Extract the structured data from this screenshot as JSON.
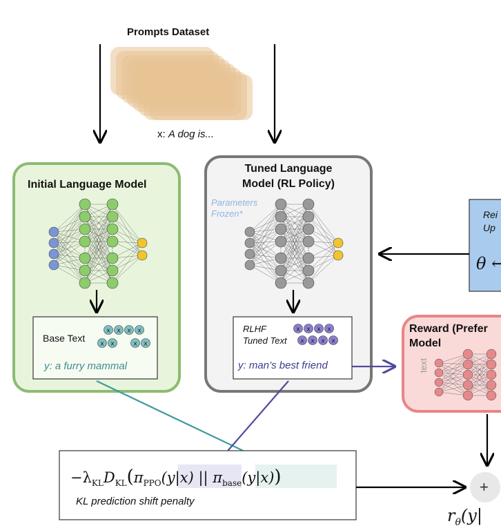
{
  "dataset": {
    "title": "Prompts Dataset",
    "prompt_prefix": "x: ",
    "prompt_text": "A dog is..."
  },
  "initial_model": {
    "title": "Initial Language Model",
    "output_label": "Base Text",
    "output_text": "y: a furry mammal",
    "token_glyph": "x"
  },
  "tuned_model": {
    "title_line1": "Tuned Language",
    "title_line2": "Model (RL Policy)",
    "frozen_line1": "Parameters",
    "frozen_line2": "Frozen*",
    "output_label_line1": "RLHF",
    "output_label_line2": "Tuned Text",
    "output_text": "y: man’s best friend",
    "token_glyph": "x"
  },
  "update_box": {
    "line1": "Rei",
    "line2": "Up",
    "symbol": "θ ←"
  },
  "reward_model": {
    "title_line1": "Reward (Prefer",
    "title_line2": "Model",
    "side_label": "text"
  },
  "kl_penalty": {
    "formula_prefix": "−λ",
    "kl_sub": "KL",
    "d": "D",
    "d_sub": "KL",
    "open": "(",
    "pi": "π",
    "ppo_sub": "PPO",
    "cond": "(y|x)",
    "sep": "||",
    "base_sub": "base",
    "close": ")",
    "caption": "KL prediction shift penalty"
  },
  "sum_node": {
    "symbol": "+"
  },
  "reward_formula": {
    "text": "r",
    "sub": "θ",
    "rest": "(y|"
  },
  "colors": {
    "initial_bg": "#e8f5dc",
    "initial_border": "#8cbc72",
    "tuned_bg": "#f3f3f3",
    "tuned_border": "#777777",
    "update_bg": "#a9cbee",
    "reward_bg": "#fad9d9",
    "reward_border": "#e98686",
    "node_green": "#8dcc6a",
    "node_gray": "#999999",
    "node_blue": "#7a95d6",
    "node_yellow": "#f0c52e",
    "node_red": "#e5898a",
    "token_teal": "#7fc0c3",
    "token_purple": "#8b7fd0",
    "arrow_teal": "#3f9a9a",
    "arrow_purple": "#4f4a9b",
    "frozen_text": "#8fb3e6",
    "output_text_teal": "#3f8b92",
    "output_text_purple": "#3c3c8e",
    "paper": "#e8c394"
  }
}
